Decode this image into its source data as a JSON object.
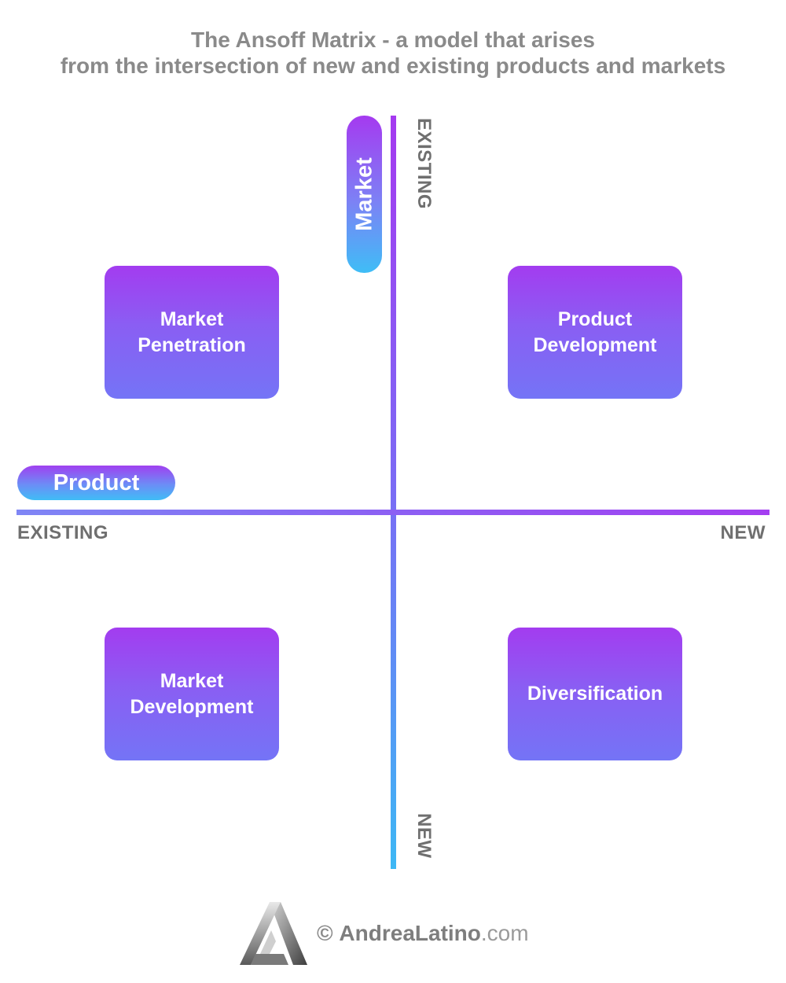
{
  "title": {
    "line1": "The Ansoff Matrix - a model that arises",
    "line2": "from the intersection of new and existing products and markets"
  },
  "axes": {
    "horizontal": {
      "name": "Product",
      "start_label": "EXISTING",
      "end_label": "NEW"
    },
    "vertical": {
      "name": "Market",
      "start_label": "EXISTING",
      "end_label": "NEW"
    }
  },
  "quadrants": {
    "top_left": {
      "line1": "Market",
      "line2": "Penetration"
    },
    "top_right": {
      "line1": "Product",
      "line2": "Development"
    },
    "bottom_left": {
      "line1": "Market",
      "line2": "Development"
    },
    "bottom_right": {
      "line1": "Diversification"
    }
  },
  "footer": {
    "copyright_symbol": "©",
    "brand": "AndreaLatino",
    "domain": ".com",
    "logo_icon": "triangle-a-logo-icon"
  },
  "colors": {
    "purple": "#a53af0",
    "violet": "#7474f6",
    "cyan": "#3db8f5",
    "title_gray": "#8a8a8a",
    "label_gray": "#6f6f6f"
  }
}
